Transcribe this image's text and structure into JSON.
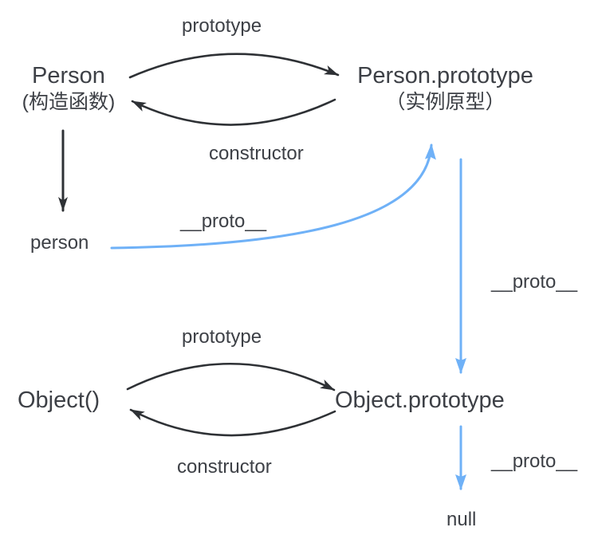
{
  "diagram": {
    "type": "prototype-chain-diagram",
    "colors": {
      "background": "#ffffff",
      "text": "#3d4046",
      "arrow_black": "#2e3135",
      "arrow_blue": "#6fb1f7"
    },
    "nodes": {
      "person_constructor": {
        "title": "Person",
        "subtitle": "(构造函数)"
      },
      "person_prototype": {
        "title": "Person.prototype",
        "subtitle": "（实例原型）"
      },
      "person_instance": {
        "label": "person"
      },
      "object_constructor": {
        "label": "Object()"
      },
      "object_prototype": {
        "label": "Object.prototype"
      },
      "null_node": {
        "label": "null"
      }
    },
    "edge_labels": {
      "person_prototype_edge": "prototype",
      "person_constructor_edge": "constructor",
      "person_instance_proto_edge": "__proto__",
      "person_prototype_proto_edge": "__proto__",
      "object_prototype_edge": "prototype",
      "object_constructor_edge": "constructor",
      "object_prototype_proto_edge": "__proto__"
    }
  }
}
